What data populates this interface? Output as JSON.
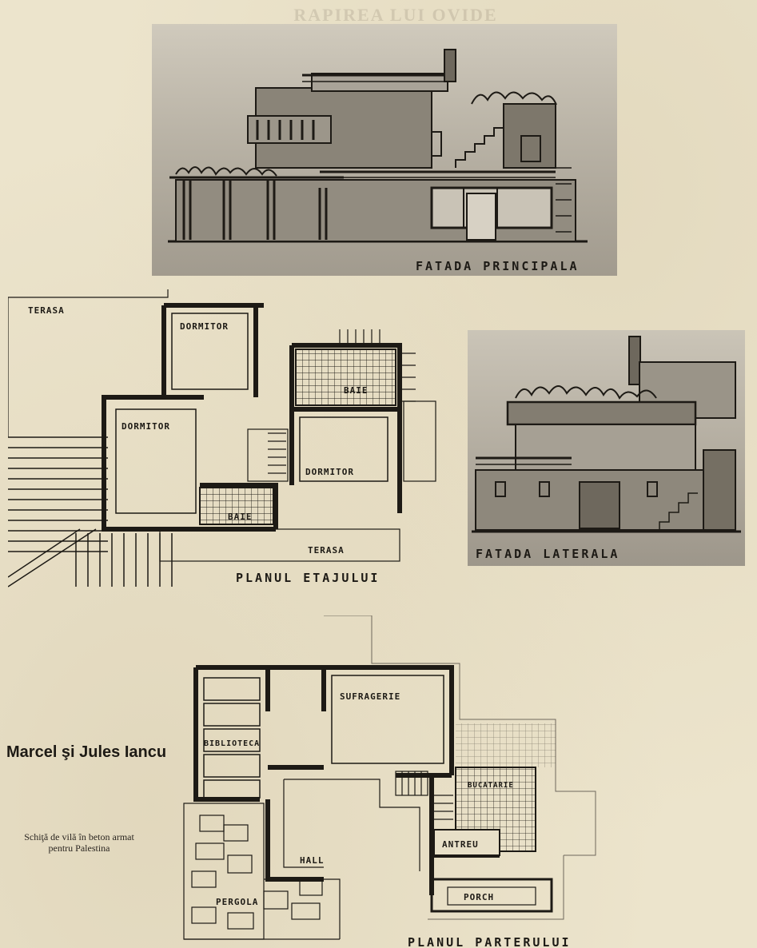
{
  "ghost_heading": "RAPIREA LUI OVIDE",
  "author": "Marcel şi Jules Iancu",
  "subtitle": "Schiţă de vilă în beton armat pentru Palestina",
  "captions": {
    "main_facade": "FATADA PRINCIPALA",
    "side_facade": "FATADA LATERALA",
    "upper_plan": "PLANUL ETAJULUI",
    "ground_plan": "PLANUL PARTERULUI"
  },
  "upper_rooms": {
    "terrace_top": "TERASA",
    "bedroom_1": "DORMITOR",
    "bedroom_2": "DORMITOR",
    "bedroom_3": "DORMITOR",
    "bath_1": "BAIE",
    "bath_2": "BAIE",
    "terrace_bottom": "TERASA"
  },
  "ground_rooms": {
    "dining": "SUFRAGERIE",
    "library": "BIBLIOTECA",
    "kitchen": "BUCATARIE",
    "pantry": "ANTREU",
    "hall": "HALL",
    "porch": "PORCH",
    "pergola": "PERGOLA"
  }
}
